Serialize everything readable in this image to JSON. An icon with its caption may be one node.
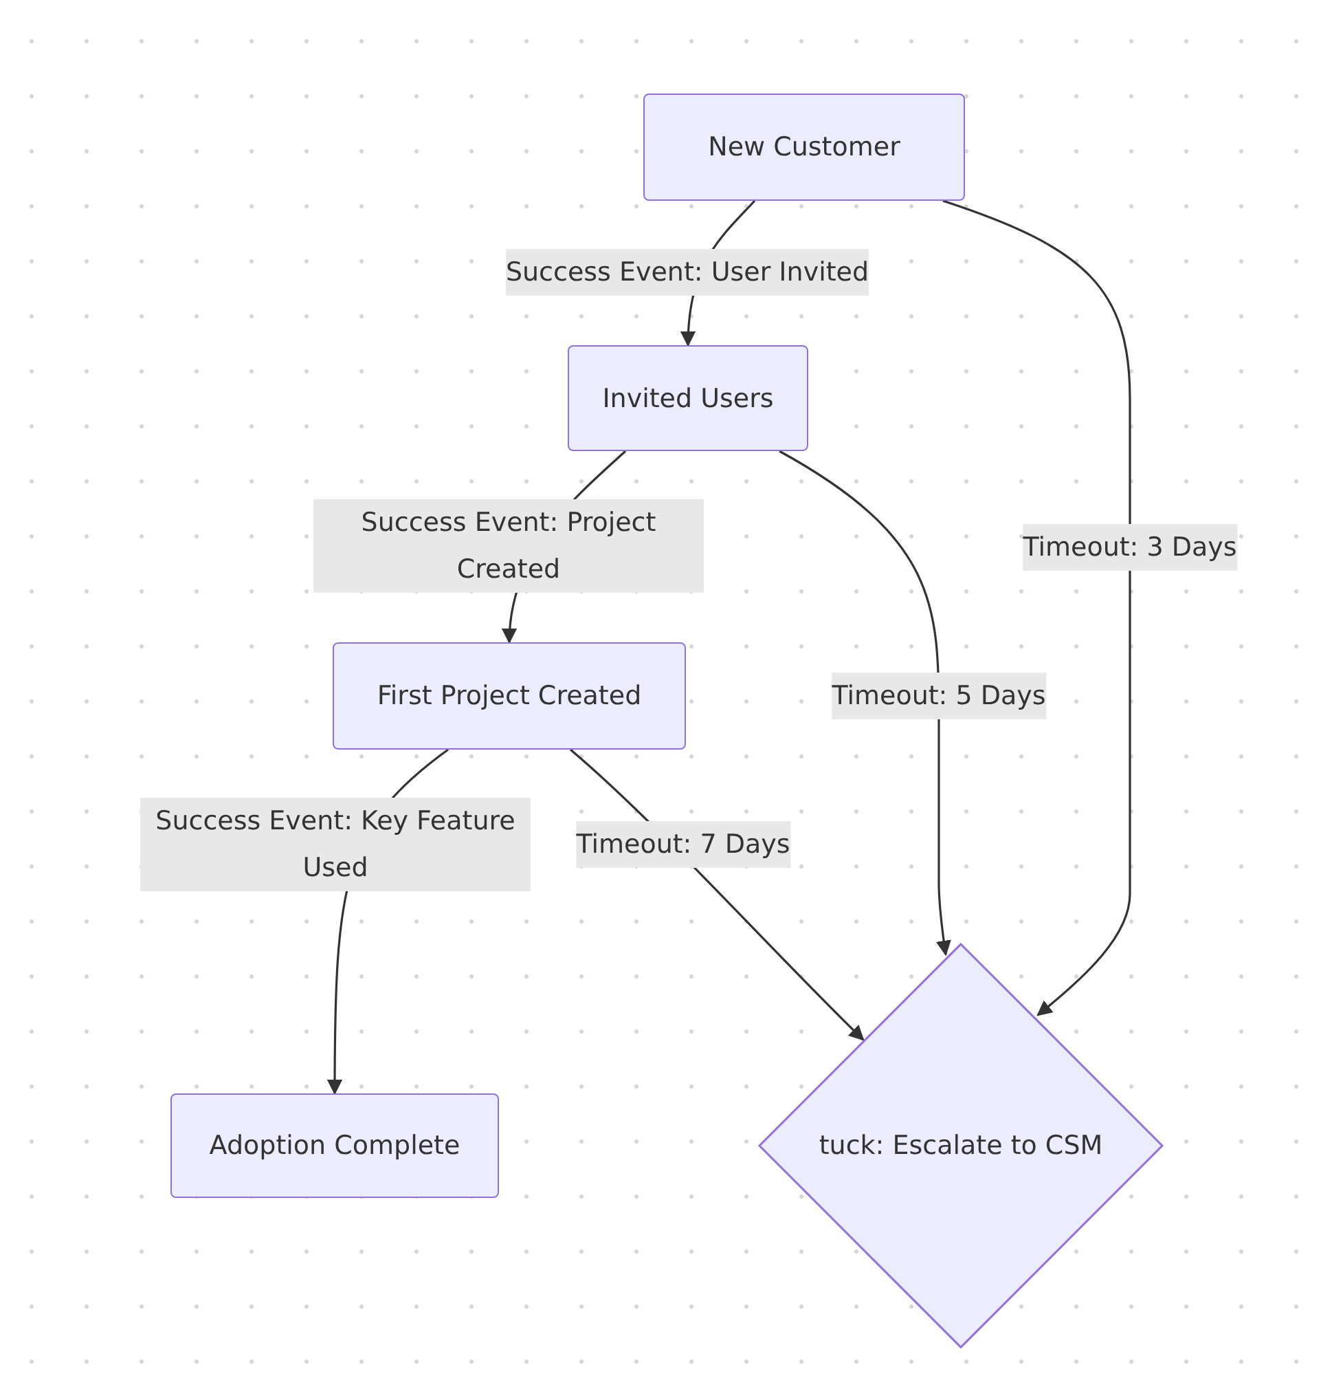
{
  "diagram": {
    "nodes": [
      {
        "text": [
          "New Customer"
        ]
      },
      {
        "text": [
          "Invited Users"
        ]
      },
      {
        "text": [
          "First Project Created"
        ]
      },
      {
        "text": [
          "Adoption Complete"
        ]
      },
      {
        "text": [
          "tuck: Escalate to CSM"
        ]
      }
    ],
    "edges": [
      {
        "from": 0,
        "to": 1,
        "arrow": "to",
        "label": "Success Event: User Invited"
      },
      {
        "from": 1,
        "to": 2,
        "arrow": "to",
        "label": "Success Event: Project Created"
      },
      {
        "from": 2,
        "to": 3,
        "arrow": "to",
        "label": "Success Event: Key Feature Used"
      },
      {
        "from": 2,
        "to": 4,
        "arrow": "to",
        "label": "Timeout: 7 Days"
      },
      {
        "from": 1,
        "to": 4,
        "arrow": "to",
        "label": "Timeout: 5 Days"
      },
      {
        "from": 0,
        "to": 4,
        "arrow": "to",
        "label": "Timeout: 3 Days"
      }
    ]
  }
}
